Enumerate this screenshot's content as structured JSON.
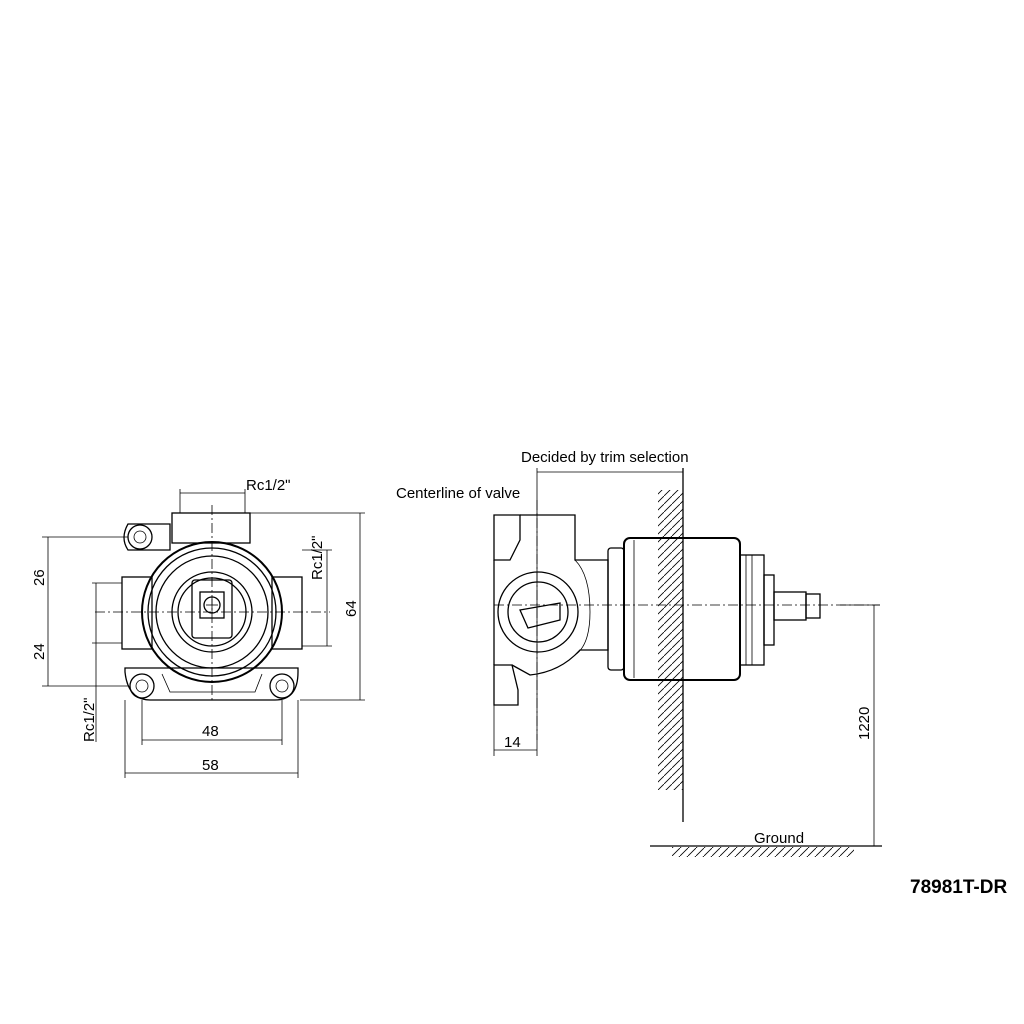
{
  "model_number": "78981T-DR",
  "front_view": {
    "dimensions": {
      "top_port": "Rc1/2ʺ",
      "right_port": "Rc1/2ʺ",
      "left_port": "Rc1/2ʺ",
      "upper_offset": "26",
      "lower_offset": "24",
      "height": "64",
      "mount_inner": "48",
      "mount_outer": "58"
    }
  },
  "side_view": {
    "trim_note": "Decided by trim selection",
    "centerline_note": "Centerline of valve",
    "depth": "14",
    "height_from_ground": "1220",
    "ground_label": "Ground"
  }
}
